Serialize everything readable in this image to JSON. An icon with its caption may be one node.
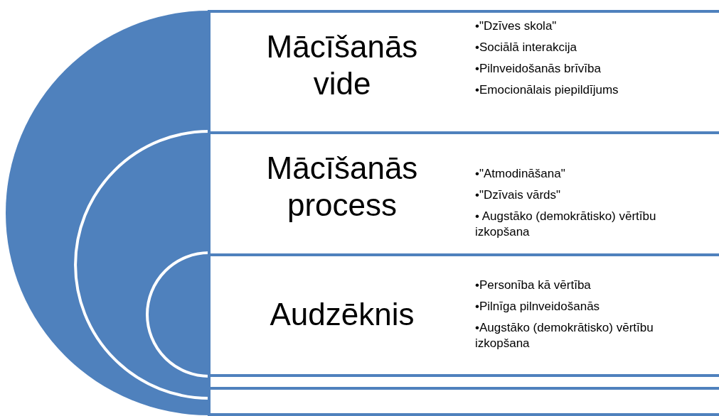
{
  "diagram": {
    "nodes": [
      {
        "text": [
          "Mācīšanās vide",
          "•\"Dzīves skola\"",
          "•Sociālā interakcija",
          "•Pilnveidošanās brīvība",
          "•Emocionālais piepildījums"
        ]
      },
      {
        "text": [
          "Mācīšanās process",
          "•\"Atmodināšana\"",
          "•\"Dzīvais vārds\"",
          "• Augstāko (demokrātisko) vērtību izkopšana"
        ]
      },
      {
        "text": [
          "Audzēknis",
          "•Personība kā vērtība",
          "•Pilnīga pilnveidošanās",
          "•Augstāko (demokrātisko) vērtību izkopšana"
        ]
      }
    ]
  }
}
